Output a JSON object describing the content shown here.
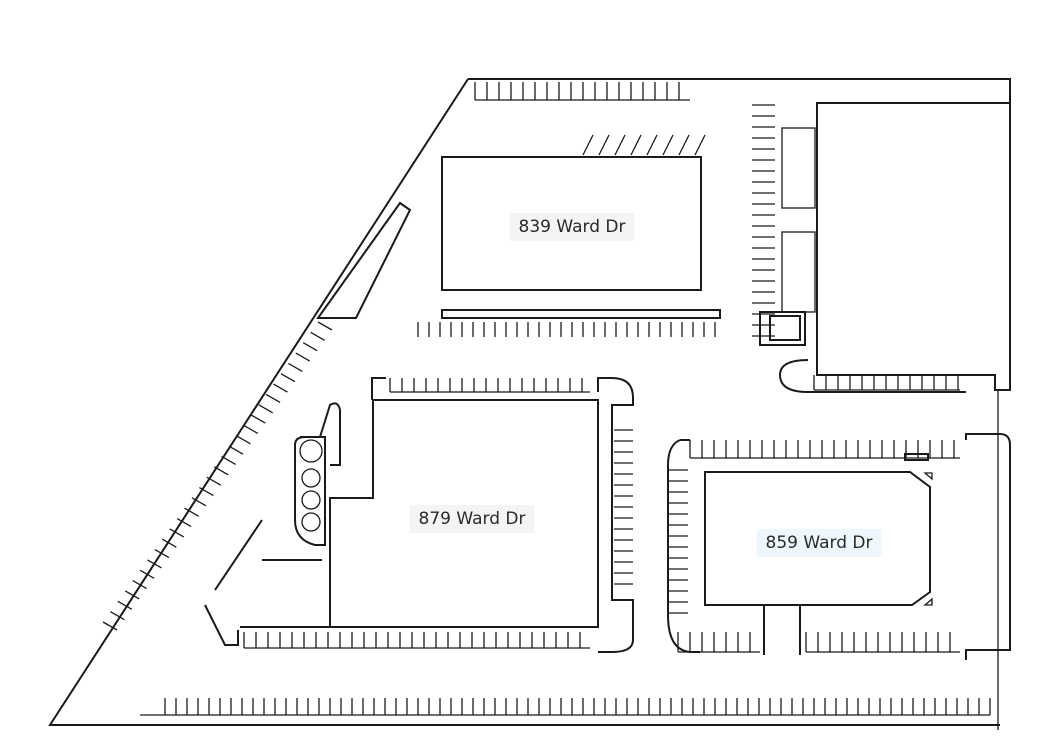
{
  "buildings": [
    {
      "id": "839",
      "label": "839 Ward Dr",
      "fill": "#cccccc"
    },
    {
      "id": "879",
      "label": "879 Ward Dr",
      "fill": "#cccccc"
    },
    {
      "id": "859",
      "label": "859 Ward Dr",
      "fill": "#a9d9f2",
      "highlighted": true
    }
  ]
}
